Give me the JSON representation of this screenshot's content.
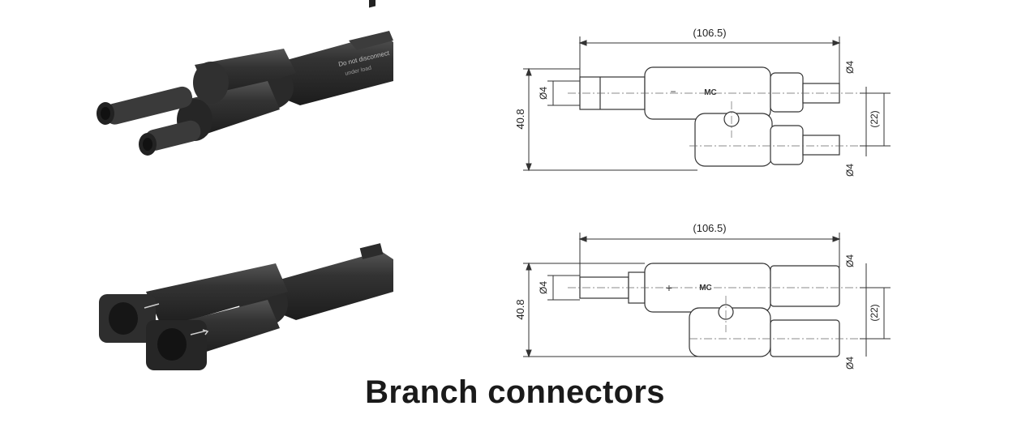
{
  "caption": "Branch connectors",
  "top_photo": {
    "print_line1": "Do not disconnect",
    "print_line2": "under load"
  },
  "top_drawing": {
    "overall_length": "(106.5)",
    "height": "40.8",
    "pitch": "(22)",
    "dia_left": "Ø4",
    "dia_right_top": "Ø4",
    "dia_right_bottom": "Ø4",
    "brand": "MC",
    "polarity": "−"
  },
  "bottom_drawing": {
    "overall_length": "(106.5)",
    "height": "40.8",
    "pitch": "(22)",
    "dia_left": "Ø4",
    "dia_right_top": "Ø4",
    "dia_right_bottom": "Ø4",
    "brand": "MC",
    "polarity": "+"
  },
  "colors": {
    "body": "#2b2b2b",
    "body_highlight": "#4a4a4a",
    "line": "#333333"
  }
}
